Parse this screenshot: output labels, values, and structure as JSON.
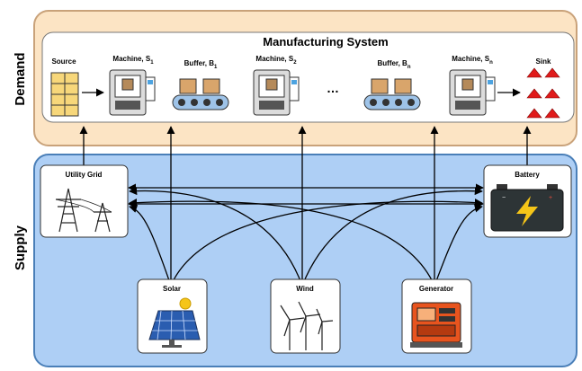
{
  "demand": {
    "side_label": "Demand",
    "title": "Manufacturing System",
    "source_label": "Source",
    "sink_label": "Sink",
    "machines": [
      {
        "prefix": "Machine, S",
        "sub": "1"
      },
      {
        "prefix": "Machine, S",
        "sub": "2"
      },
      {
        "prefix": "Machine, S",
        "sub": "n"
      }
    ],
    "buffers": [
      {
        "prefix": "Buffer, B",
        "sub": "1"
      },
      {
        "prefix": "Buffer, B",
        "sub": "n"
      }
    ],
    "ellipsis": "…"
  },
  "supply": {
    "side_label": "Supply",
    "utility_grid": "Utility Grid",
    "battery": "Battery",
    "solar": "Solar",
    "wind": "Wind",
    "generator": "Generator"
  },
  "colors": {
    "demand_fill": "#fce4c4",
    "demand_border": "#c9a27a",
    "supply_fill": "#aecff5",
    "supply_border": "#4a7fb8"
  }
}
